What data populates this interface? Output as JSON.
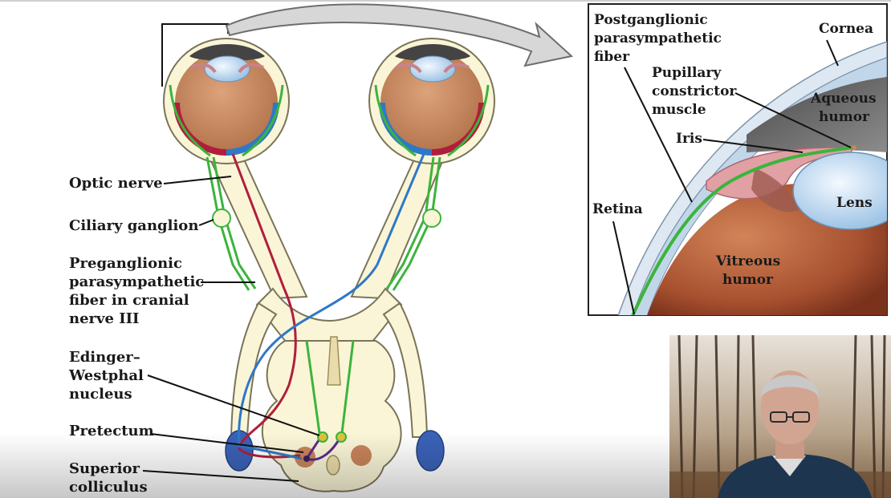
{
  "labels": {
    "optic_nerve": "Optic nerve",
    "ciliary_ganglion": "Ciliary ganglion",
    "preganglionic": [
      "Preganglionic",
      "parasympathetic",
      "fiber in cranial",
      "nerve III"
    ],
    "edinger_westphal": [
      "Edinger–",
      "Westphal",
      "nucleus"
    ],
    "pretectum": "Pretectum",
    "superior_colliculus": [
      "Superior",
      "colliculus"
    ]
  },
  "inset": {
    "postganglionic": [
      "Postganglionic",
      "parasympathetic",
      "fiber"
    ],
    "pupillary_constrictor": [
      "Pupillary",
      "constrictor",
      "muscle"
    ],
    "cornea": "Cornea",
    "aqueous_humor": [
      "Aqueous",
      "humor"
    ],
    "iris": "Iris",
    "lens": "Lens",
    "retina": "Retina",
    "vitreous_humor": [
      "Vitreous",
      "humor"
    ]
  },
  "colors": {
    "parasympathetic_fiber": "#3cb43c",
    "retinal_fiber_left": "#b01e3c",
    "retinal_fiber_right": "#2e78c8",
    "neural_tissue": "#faf5d7",
    "eyeball": "#c8845a"
  }
}
